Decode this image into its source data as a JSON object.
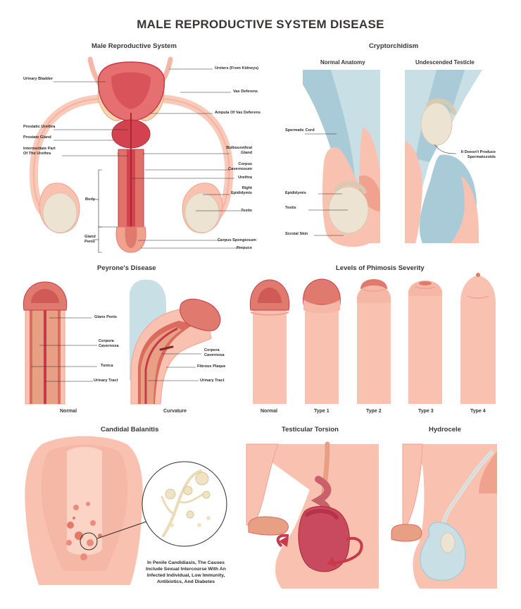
{
  "title": "MALE REPRODUCTIVE SYSTEM DISEASE",
  "panels": {
    "anatomy": {
      "title": "Male Reproductive System",
      "labels": {
        "urinary_bladder": "Urinary Bladder",
        "prostatic_urethra": "Prostatic Urethra",
        "prostate_gland": "Prostate Gland",
        "intermediate_1": "Intermediate Part",
        "intermediate_2": "Of The Urethra",
        "body": "Body",
        "glans_1": "Gland",
        "glans_2": "Penis",
        "ureters": "Ureters (From Kidneys)",
        "vas_deferens": "Vas Deferens",
        "ampula": "Ampula Of Vas Deferens",
        "bulbo_1": "Bulbourethral",
        "bulbo_2": "Gland",
        "corpus_cav_1": "Corpus",
        "corpus_cav_2": "Cavernosum",
        "urethra": "Urethra",
        "right_epi_1": "Right",
        "right_epi_2": "Epididymis",
        "testis": "Testis",
        "corpus_spong": "Corpus Spongiosum",
        "prepuce": "Prepuce"
      }
    },
    "cryptorchidism": {
      "title": "Cryptorchidism",
      "normal": "Normal Anatomy",
      "undescended": "Undescended Testicle",
      "labels": {
        "spermatic_cord": "Spermatic Cord",
        "epididymis": "Epididymis",
        "testis": "Testis",
        "scrotal_skin": "Scrotal Skin",
        "no_sperm_1": "It Doesn't Produce",
        "no_sperm_2": "Spermatozoids"
      }
    },
    "peyronie": {
      "title": "Peyrone's Disease",
      "normal": "Normal",
      "curvature": "Curvature",
      "labels": {
        "glans": "Glans Penis",
        "corpora_1": "Corpora",
        "corpora_2": "Cavernosa",
        "tunica": "Tunica",
        "urinary_tract": "Urinary Tract",
        "corpora_b1": "Corpora",
        "corpora_b2": "Cavernosa",
        "fibrous": "Fibrous Plaque",
        "urinary_tract_b": "Urinary Tract"
      }
    },
    "phimosis": {
      "title": "Levels of Phimosis Severity",
      "types": [
        "Normal",
        "Type 1",
        "Type 2",
        "Type 3",
        "Type 4"
      ]
    },
    "balanitis": {
      "title": "Candidal Balanitis",
      "note": [
        "In Penile Candidiasis, The Causes",
        "Include Sexual Intercourse With An",
        "Infected Individual, Low Immunity,",
        "Antibiotics, And Diabetes"
      ]
    },
    "torsion": {
      "title": "Testicular Torsion"
    },
    "hydrocele": {
      "title": "Hydrocele"
    }
  },
  "colors": {
    "skin": "#f9c2b0",
    "skin_dark": "#f0a28e",
    "glans": "#e07a6e",
    "red": "#c8394a",
    "testis": "#ece3d3",
    "cord_blue": "#a9cbd8",
    "light_blue": "#c9dfe6"
  }
}
